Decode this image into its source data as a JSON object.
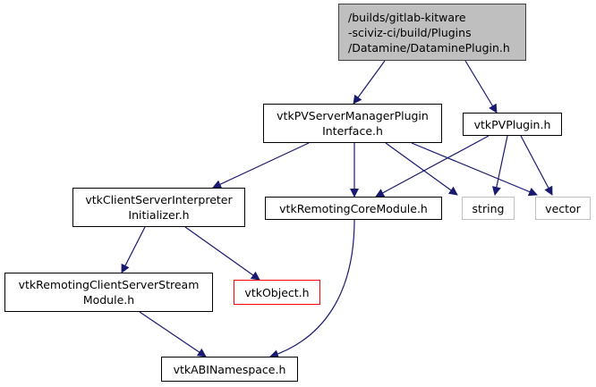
{
  "colors": {
    "edge": "#191970",
    "root_fill": "#bfbfbf",
    "missing_border": "#ff0000",
    "external_border": "#bfbfbf"
  },
  "nodes": {
    "root": "/builds/gitlab-kitware\n-sciviz-ci/build/Plugins\n/Datamine/DataminePlugin.h",
    "smpi": "vtkPVServerManagerPlugin\nInterface.h",
    "pvplugin": "vtkPVPlugin.h",
    "csii": "vtkClientServerInterpreter\nInitializer.h",
    "rcm": "vtkRemotingCoreModule.h",
    "string": "string",
    "vector": "vector",
    "rcssm": "vtkRemotingClientServerStream\nModule.h",
    "object": "vtkObject.h",
    "abi": "vtkABINamespace.h"
  },
  "edges": [
    [
      "root",
      "smpi"
    ],
    [
      "root",
      "pvplugin"
    ],
    [
      "smpi",
      "csii"
    ],
    [
      "smpi",
      "rcm"
    ],
    [
      "smpi",
      "string"
    ],
    [
      "smpi",
      "vector"
    ],
    [
      "pvplugin",
      "rcm"
    ],
    [
      "pvplugin",
      "string"
    ],
    [
      "pvplugin",
      "vector"
    ],
    [
      "csii",
      "rcssm"
    ],
    [
      "csii",
      "object"
    ],
    [
      "rcm",
      "abi"
    ],
    [
      "rcssm",
      "abi"
    ]
  ]
}
